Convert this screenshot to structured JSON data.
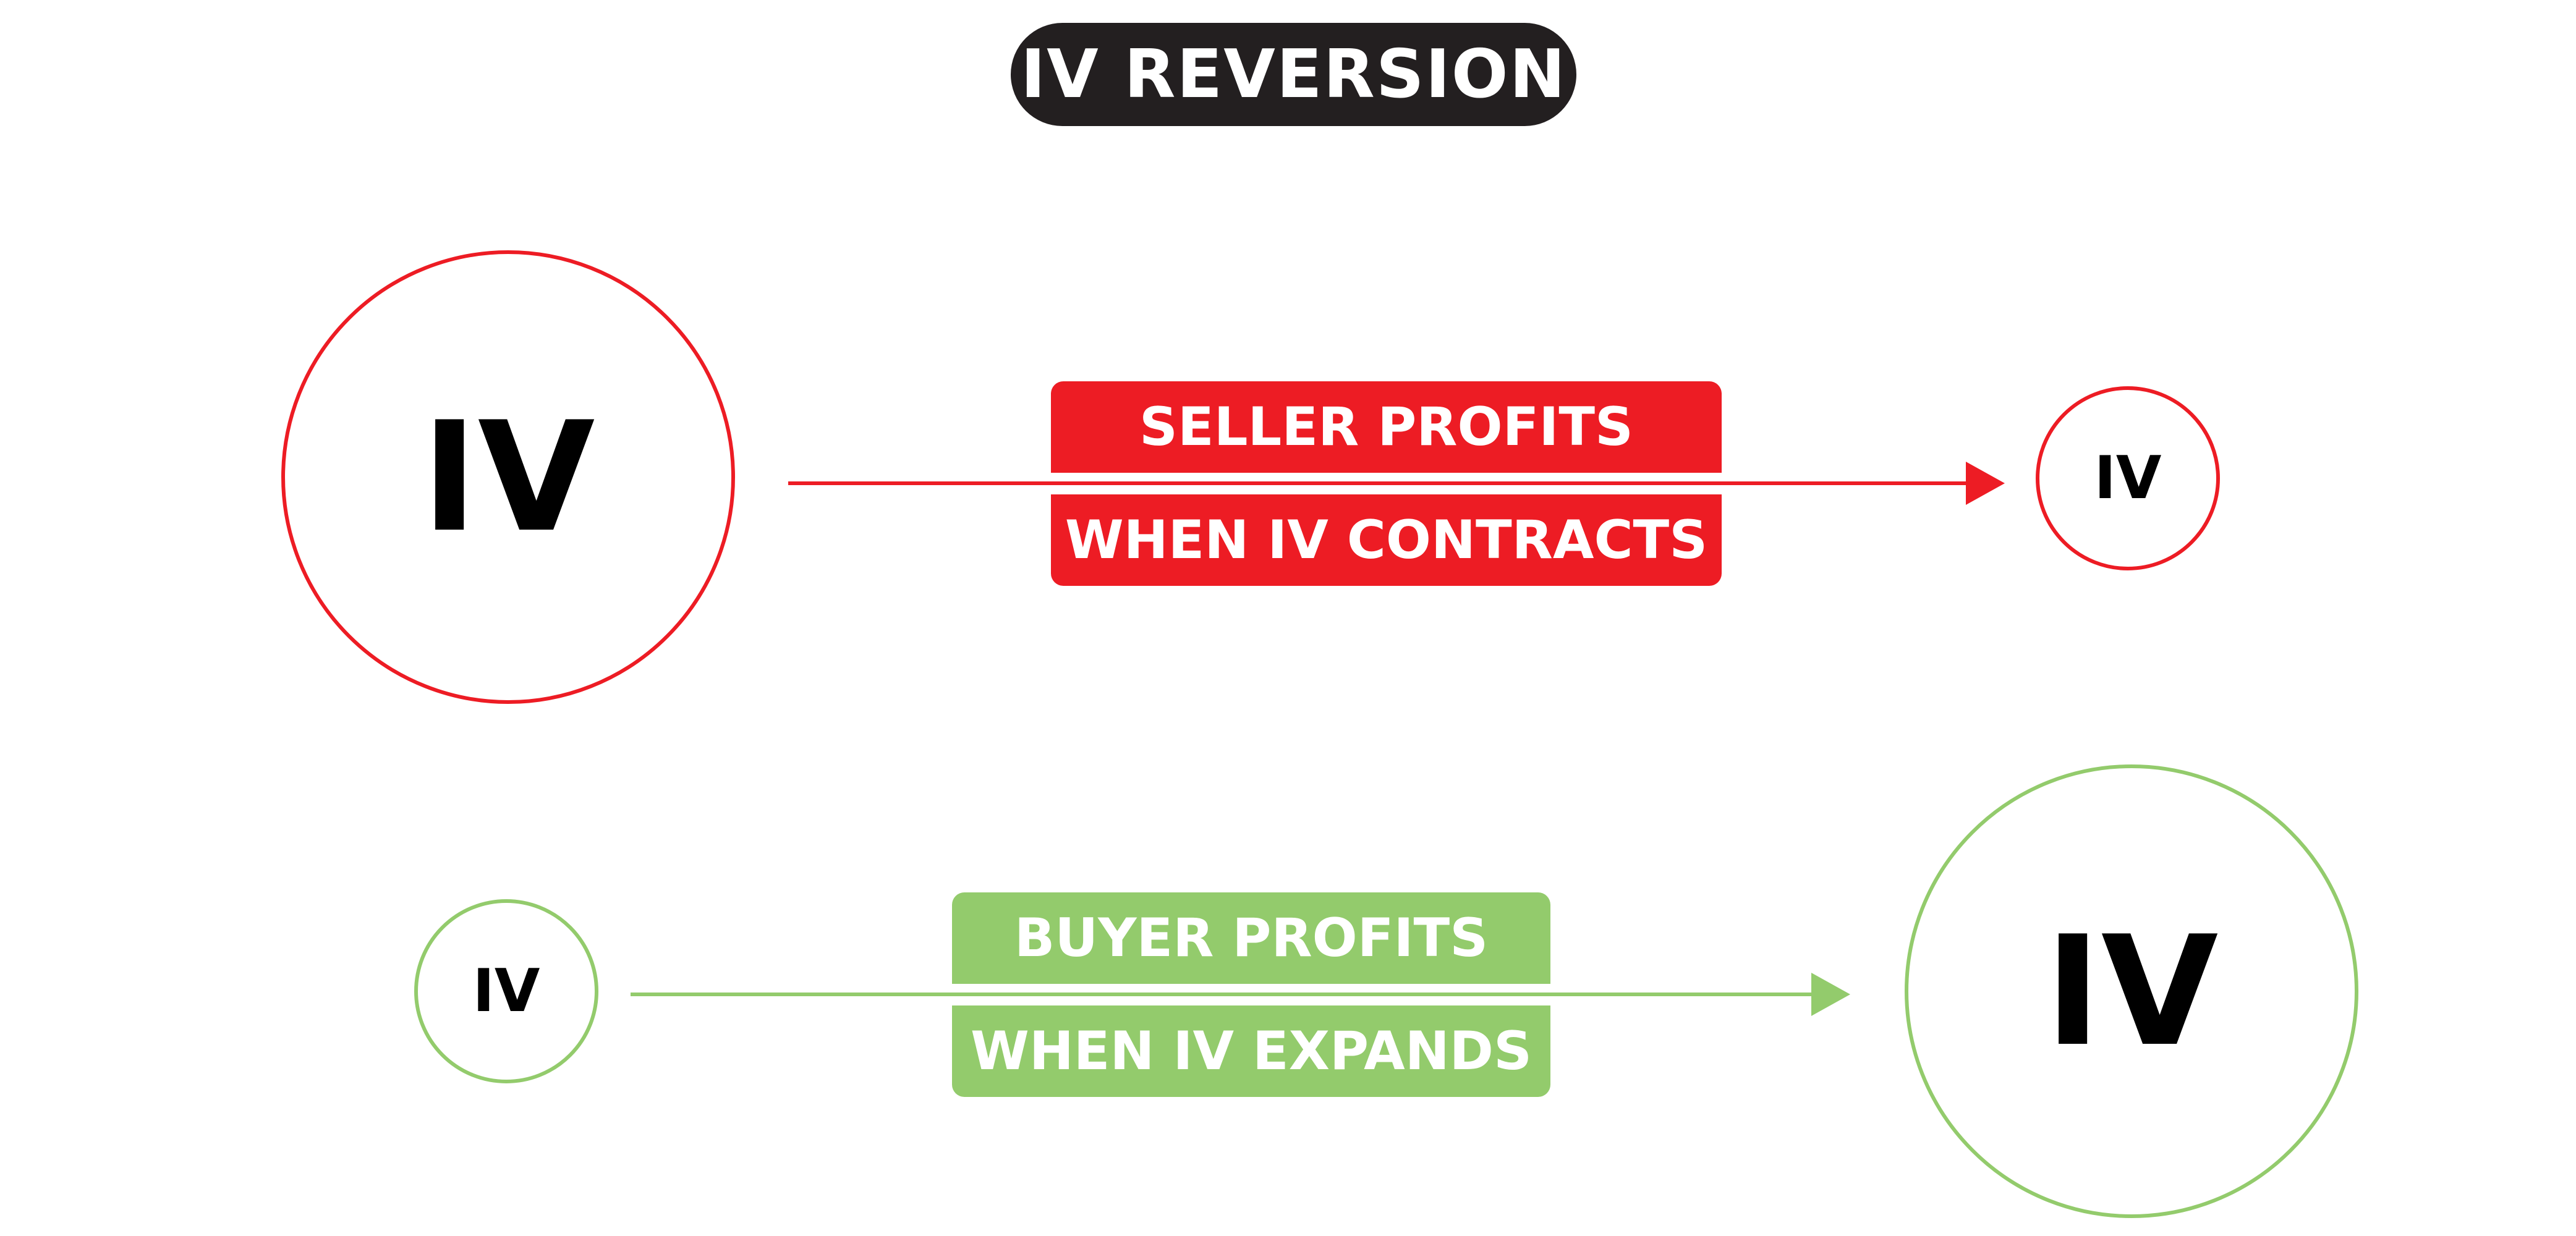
{
  "title": "IV REVERSION",
  "colors": {
    "title_bg": "#231f20",
    "red": "#ed1c24",
    "green": "#93cb6c",
    "text_dark": "#000000",
    "text_light": "#ffffff"
  },
  "top_row": {
    "from_label": "IV",
    "to_label": "IV",
    "banner_line1": "SELLER PROFITS",
    "banner_line2": "WHEN IV CONTRACTS"
  },
  "bottom_row": {
    "from_label": "IV",
    "to_label": "IV",
    "banner_line1": "BUYER PROFITS",
    "banner_line2": "WHEN IV EXPANDS"
  }
}
